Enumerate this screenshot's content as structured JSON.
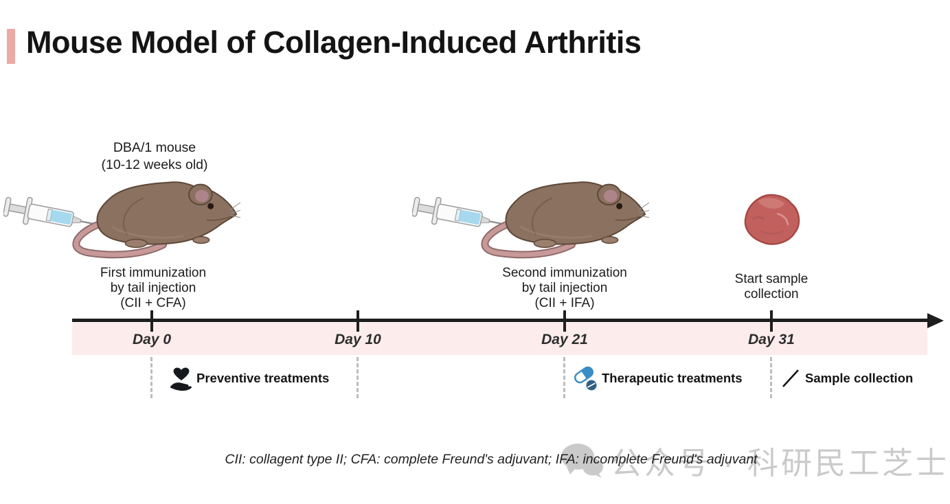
{
  "title": "Mouse Model of Collagen-Induced Arthritis",
  "colors": {
    "accent_bar": "#eca9a6",
    "timeline_band": "#fcecec",
    "pill_blue": "#3a8dc4",
    "sample_red": "#c2605d",
    "mouse_brown": "#8b7160"
  },
  "stage_first": {
    "mouse_label": [
      "DBA/1 mouse",
      "(10-12 weeks old)"
    ],
    "caption": [
      "First immunization",
      "by tail injection",
      "(CII + CFA)"
    ]
  },
  "stage_second": {
    "caption": [
      "Second immunization",
      "by tail injection",
      "(CII + IFA)"
    ]
  },
  "stage_sample": {
    "caption": [
      "Start sample",
      "collection"
    ]
  },
  "timeline": {
    "day_labels": [
      "Day 0",
      "Day 10",
      "Day 21",
      "Day 31"
    ]
  },
  "legend": {
    "preventive": "Preventive treatments",
    "therapeutic": "Therapeutic treatments",
    "sample": "Sample collection"
  },
  "footnote": "CII: collagent type II; CFA: complete Freund's adjuvant; IFA: incomplete Freund's adjuvant",
  "watermark": "公众号 · 科研民工芝士草莓"
}
